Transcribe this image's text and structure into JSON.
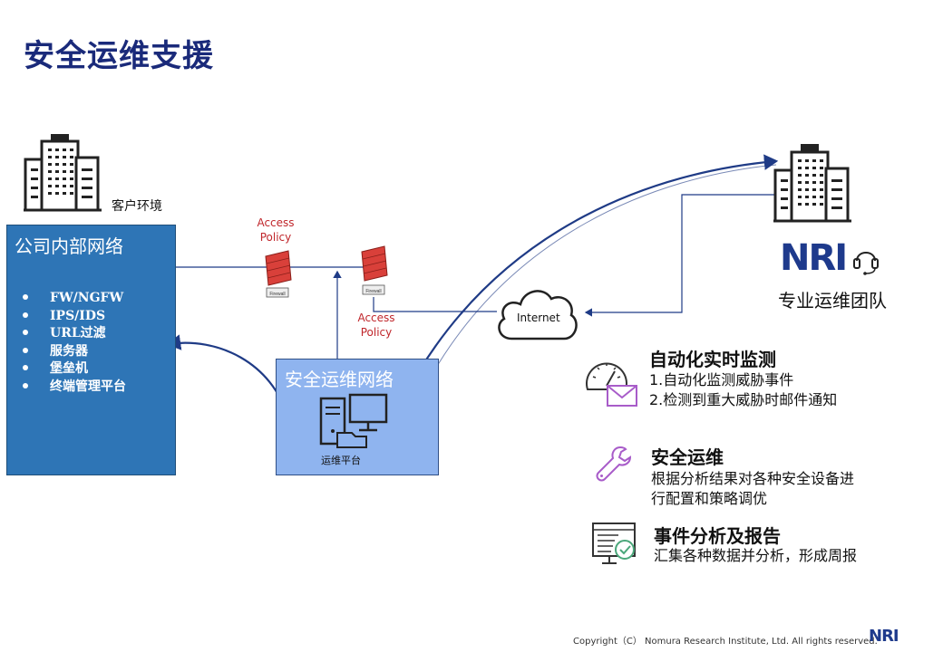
{
  "title": "安全运维支援",
  "customer_env": {
    "label": "客户环境",
    "box_title": "公司内部网络",
    "items": [
      "FW/NGFW",
      "IPS/IDS",
      "URL过滤",
      "服务器",
      "堡垒机",
      "终端管理平台"
    ]
  },
  "firewall_label": "Firewall",
  "access_policy_1": {
    "line1": "Access",
    "line2": "Policy"
  },
  "access_policy_2": {
    "line1": "Access",
    "line2": "Policy"
  },
  "sec_network": {
    "title": "安全运维网络",
    "platform_label": "运维平台"
  },
  "internet_label": "Internet",
  "nri": {
    "logo": "NRI",
    "team": "专业运维团队"
  },
  "features": [
    {
      "title": "自动化实时监测",
      "lines": [
        "1.自动化监测威胁事件",
        "2.检测到重大威胁时邮件通知"
      ]
    },
    {
      "title": "安全运维",
      "lines": [
        "根据分析结果对各种安全设备进",
        "行配置和策略调优"
      ]
    },
    {
      "title": "事件分析及报告",
      "lines": [
        "汇集各种数据并分析，形成周报"
      ]
    }
  ],
  "footer": {
    "copyright": "Copyright（C） Nomura Research Institute, Ltd. All rights reserved.",
    "logo": "NRI"
  },
  "colors": {
    "title": "#1a2a7a",
    "corp_box": "#2e75b6",
    "sec_box": "#8fb4ef",
    "arrow": "#1f3b86",
    "access_policy": "#c0262b",
    "nri": "#1e3a8c"
  }
}
